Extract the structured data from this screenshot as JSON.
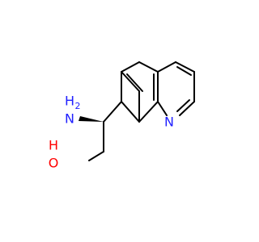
{
  "atoms": {
    "amino": {
      "symbol": "N",
      "suffix": "H",
      "subscript": "2",
      "color": "#2020ff"
    },
    "hydroxyl": {
      "symbol": "O",
      "prefix": "H",
      "color": "#ff0000"
    },
    "ring_nitrogen": {
      "symbol": "N",
      "color": "#2020ff"
    }
  },
  "colors": {
    "bond": "#000000",
    "nitrogen": "#2020ff",
    "oxygen": "#ff0000"
  }
}
